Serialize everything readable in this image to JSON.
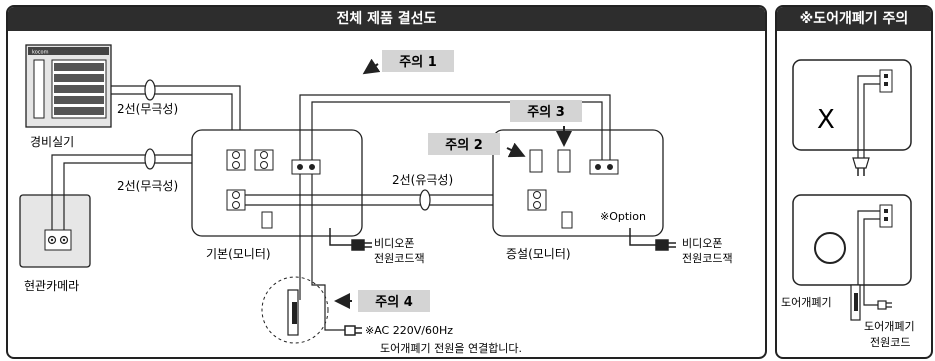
{
  "main_panel": {
    "title": "전체 제품 결선도"
  },
  "side_panel": {
    "title": "※도어개폐기 주의"
  },
  "labels": {
    "security_room_unit": "경비실기",
    "wire_2_nonpolar_top": "2선(무극성)",
    "wire_2_nonpolar_mid": "2선(무극성)",
    "wire_2_polar": "2선(유극성)",
    "entrance_camera": "현관카메라",
    "base_monitor": "기본(모니터)",
    "extension_monitor": "증설(모니터)",
    "option_note": "※Option",
    "video_phone_jack_a_line1": "비디오폰",
    "video_phone_jack_a_line2": "전원코드잭",
    "video_phone_jack_b_line1": "비디오폰",
    "video_phone_jack_b_line2": "전원코드잭",
    "ac_note_line1": "※AC 220V/60Hz",
    "ac_note_line2": "도어개폐기 전원을 연결합니다.",
    "door_opener": "도어개폐기",
    "door_opener_cord_line1": "도어개폐기",
    "door_opener_cord_line2": "전원코드",
    "keypad_brand": "kocom"
  },
  "cautions": {
    "c1": "주의 1",
    "c2": "주의 2",
    "c3": "주의 3",
    "c4": "주의 4"
  },
  "symbols": {
    "wrong": "X"
  },
  "colors": {
    "header_bg": "#2d2d2d",
    "caution_box": "#d4d4d4",
    "line": "#222222"
  }
}
